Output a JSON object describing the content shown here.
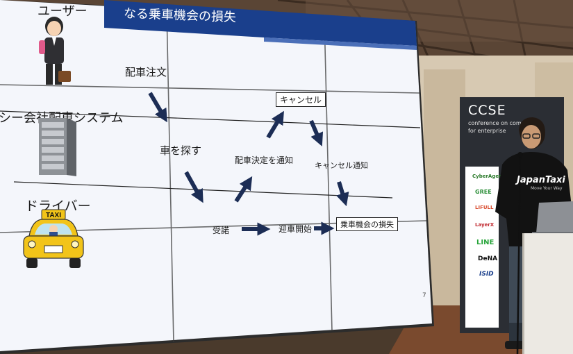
{
  "slide": {
    "title": "なる乗車機会の損失",
    "page_number": "7",
    "lanes": {
      "user": "ユーザー",
      "system": "シー会社配車システム",
      "driver": "ドライバー"
    },
    "steps": {
      "order": "配車注文",
      "search": "車を探す",
      "notify": "配車決定を通知",
      "cancel": "キャンセル",
      "cancel_notify": "キャンセル通知",
      "accept": "受諾",
      "pickup": "迎車開始",
      "loss": "乗車機会の損失"
    },
    "taxi_sign": "TAXI"
  },
  "banner": {
    "title": "CCSE",
    "subtitle_line1": "conference on comp",
    "subtitle_line2": "for enterprise",
    "sponsors": [
      "CyberAgent",
      "GREE",
      "LIFULL",
      "LayerX",
      "LINE",
      "DeNA",
      "ISID"
    ]
  },
  "speaker": {
    "shirt_text": "JapanTaxi",
    "shirt_subtext": "Move Your Way"
  },
  "colors": {
    "slide_bg": "#f4f6fb",
    "header_blue": "#1a3f8c",
    "arrow_navy": "#1c2d55",
    "banner_dark": "#2b2e34",
    "wall_beige": "#d7c9b2"
  }
}
